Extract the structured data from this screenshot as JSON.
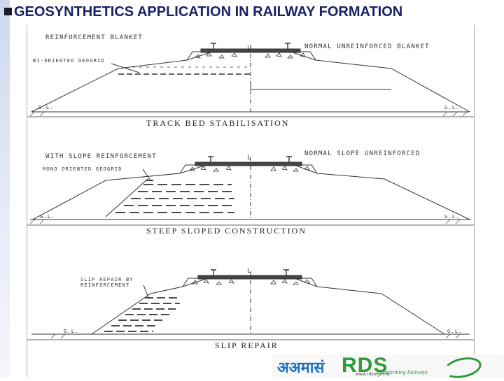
{
  "title": "GEOSYNTHETICS APPLICATION IN RAILWAY FORMATION",
  "panel1": {
    "caption": "TRACK  BED  STABILISATION",
    "left_label": "REINFORCEMENT  BLANKET",
    "left_sub": "BI-ORIENTED  GEOGRID",
    "right_label": "NORMAL  UNREINFORCED  BLANKET",
    "cl": "L",
    "gl_left": "G.L.",
    "gl_right": "G.L."
  },
  "panel2": {
    "caption": "STEEP  SLOPED  CONSTRUCTION",
    "left_label": "WITH  SLOPE  REINFORCEMENT",
    "left_sub": "MONO  ORIENTED  GEOGRID",
    "right_label": "NORMAL  SLOPE  UNREINFORCED",
    "cl": "L",
    "gl_left": "G.L.",
    "gl_right": "G.L."
  },
  "panel3": {
    "caption": "SLIP  REPAIR",
    "label_line1": "SLIP  REPAIR  BY",
    "label_line2": "REINFORCEMENT",
    "cl": "L",
    "gl_left": "G.L.",
    "gl_right": "G.L."
  },
  "logo": {
    "hindi": "अअमासं",
    "rds": "RDS",
    "tagline": "Transforming Railways",
    "url": "www.rdso.gov.in"
  }
}
